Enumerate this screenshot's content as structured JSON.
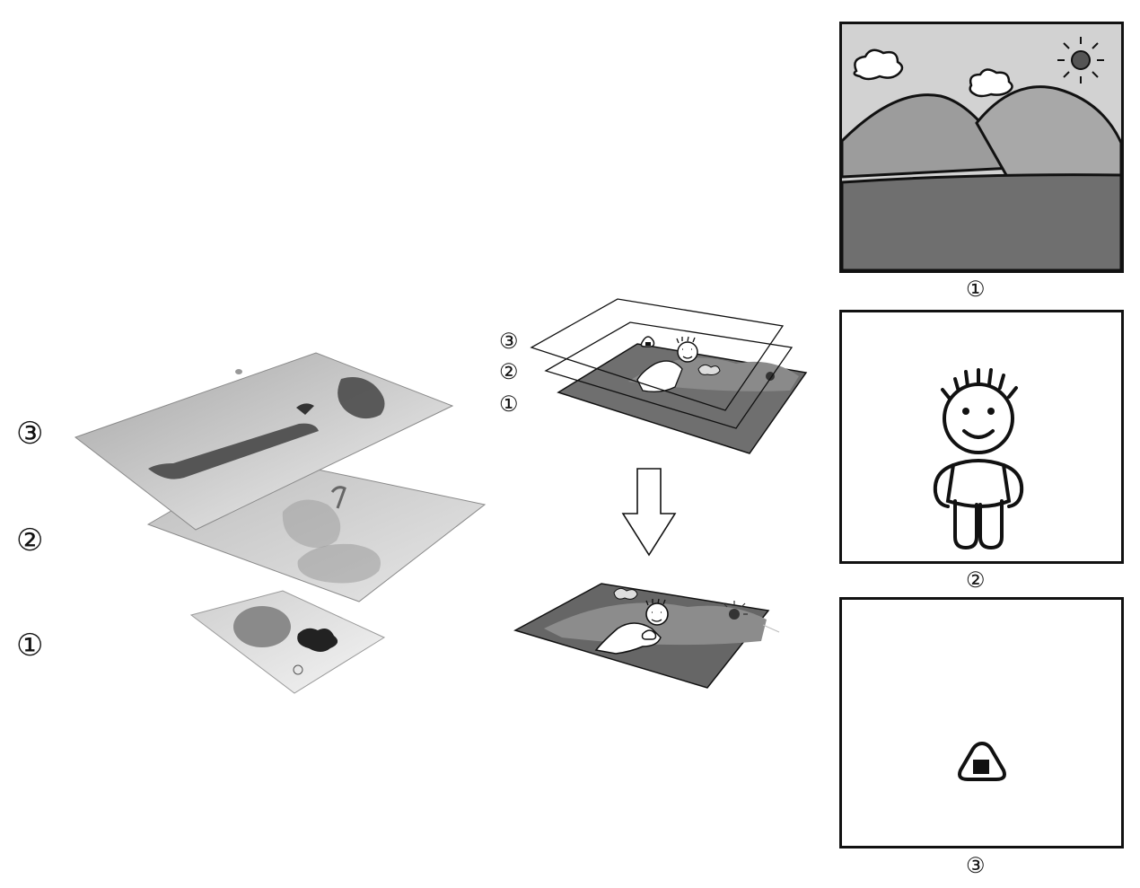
{
  "left_stack": {
    "labels": [
      "③",
      "②",
      "①"
    ]
  },
  "middle_stack": {
    "labels": [
      "③",
      "②",
      "①"
    ]
  },
  "panels": {
    "p1_caption": "①",
    "p2_caption": "②",
    "p3_caption": "③"
  },
  "colors": {
    "sky": "#d2d2d2",
    "hill_back": "#9c9c9c",
    "hill_front": "#a8a8a8",
    "ground": "#6f6f6f",
    "sun": "#555555",
    "line": "#111111"
  },
  "icons": [
    "down-arrow-icon",
    "sun-icon",
    "cloud-icon",
    "onigiri-icon",
    "boy-figure"
  ]
}
